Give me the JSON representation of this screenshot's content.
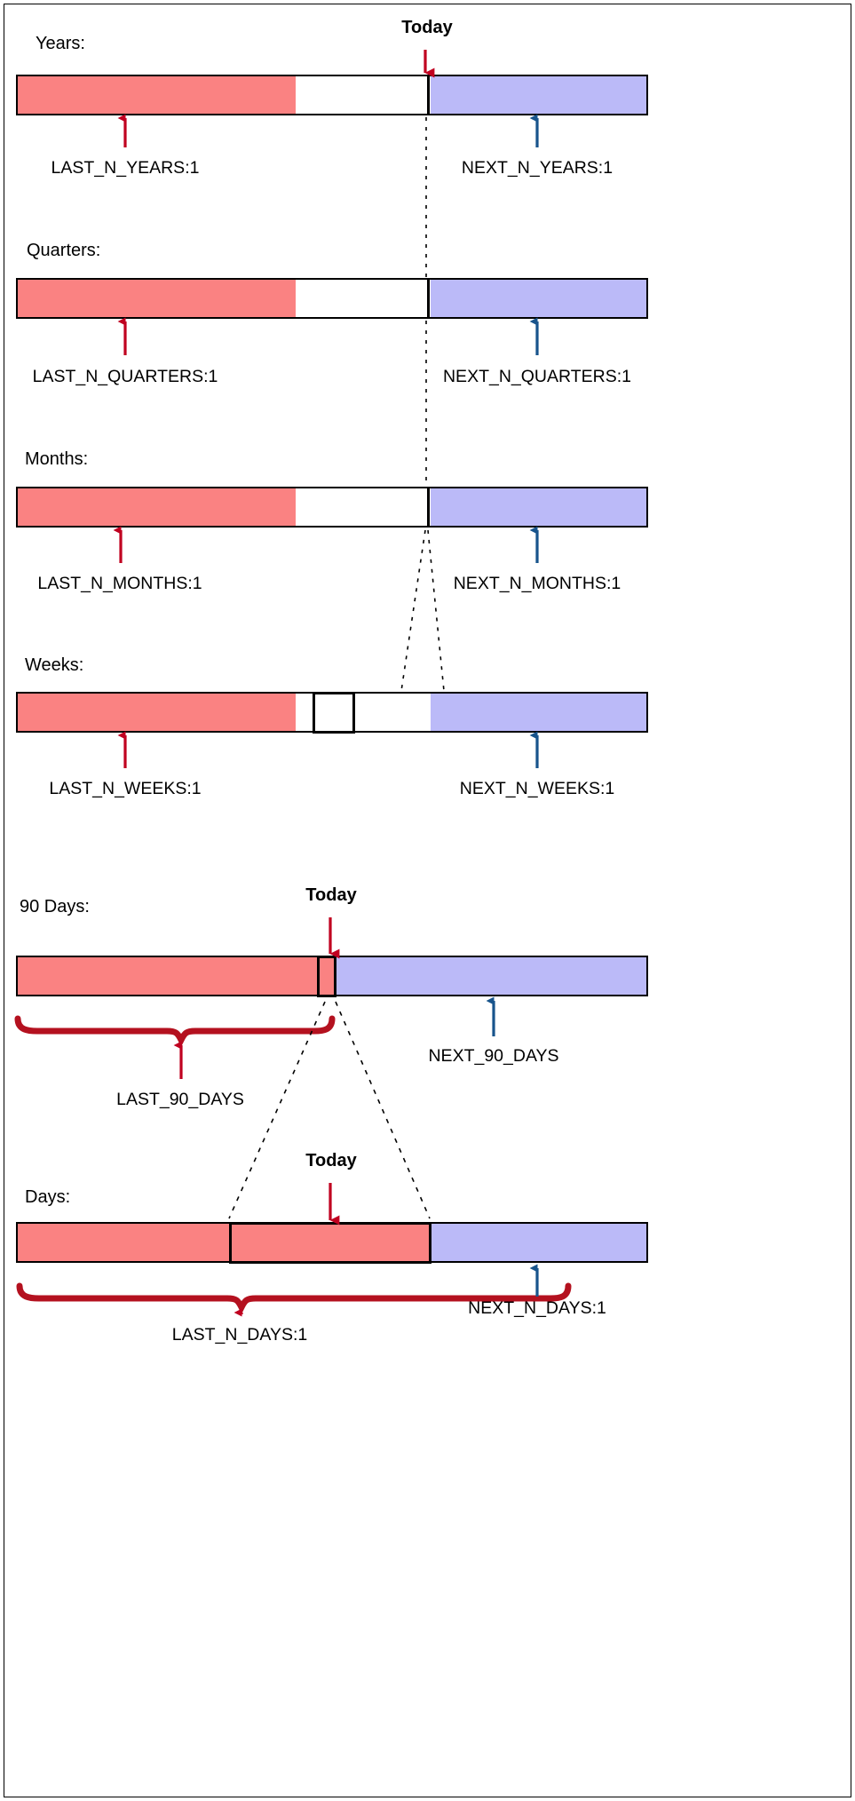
{
  "diagram": {
    "title_today": "Today",
    "colors": {
      "past_fill": "#FA8282",
      "future_fill": "#BBBAF8",
      "past_arrow": "#C00020",
      "future_arrow": "#18548C",
      "brace": "#B4111F",
      "outline": "#000000",
      "background": "#FFFFFF"
    },
    "today_markers": [
      {
        "label": "Today",
        "section": "years"
      },
      {
        "label": "Today",
        "section": "90days"
      },
      {
        "label": "Today",
        "section": "days"
      }
    ],
    "rows": [
      {
        "id": "years",
        "row_label": "Years:",
        "past_label": "LAST_N_YEARS:1",
        "future_label": "NEXT_N_YEARS:1",
        "today_box": false,
        "brace": false
      },
      {
        "id": "quarters",
        "row_label": "Quarters:",
        "past_label": "LAST_N_QUARTERS:1",
        "future_label": "NEXT_N_QUARTERS:1",
        "today_box": false,
        "brace": false
      },
      {
        "id": "months",
        "row_label": "Months:",
        "past_label": "LAST_N_MONTHS:1",
        "future_label": "NEXT_N_MONTHS:1",
        "today_box": false,
        "brace": false
      },
      {
        "id": "weeks",
        "row_label": "Weeks:",
        "past_label": "LAST_N_WEEKS:1",
        "future_label": "NEXT_N_WEEKS:1",
        "today_box": true,
        "brace": false
      },
      {
        "id": "ninetydays",
        "row_label": "90 Days:",
        "past_label": "LAST_90_DAYS",
        "future_label": "NEXT_90_DAYS",
        "today_box": true,
        "brace": true
      },
      {
        "id": "days",
        "row_label": "Days:",
        "past_label": "LAST_N_DAYS:1",
        "future_label": "NEXT_N_DAYS:1",
        "today_box": true,
        "brace": true
      }
    ]
  }
}
